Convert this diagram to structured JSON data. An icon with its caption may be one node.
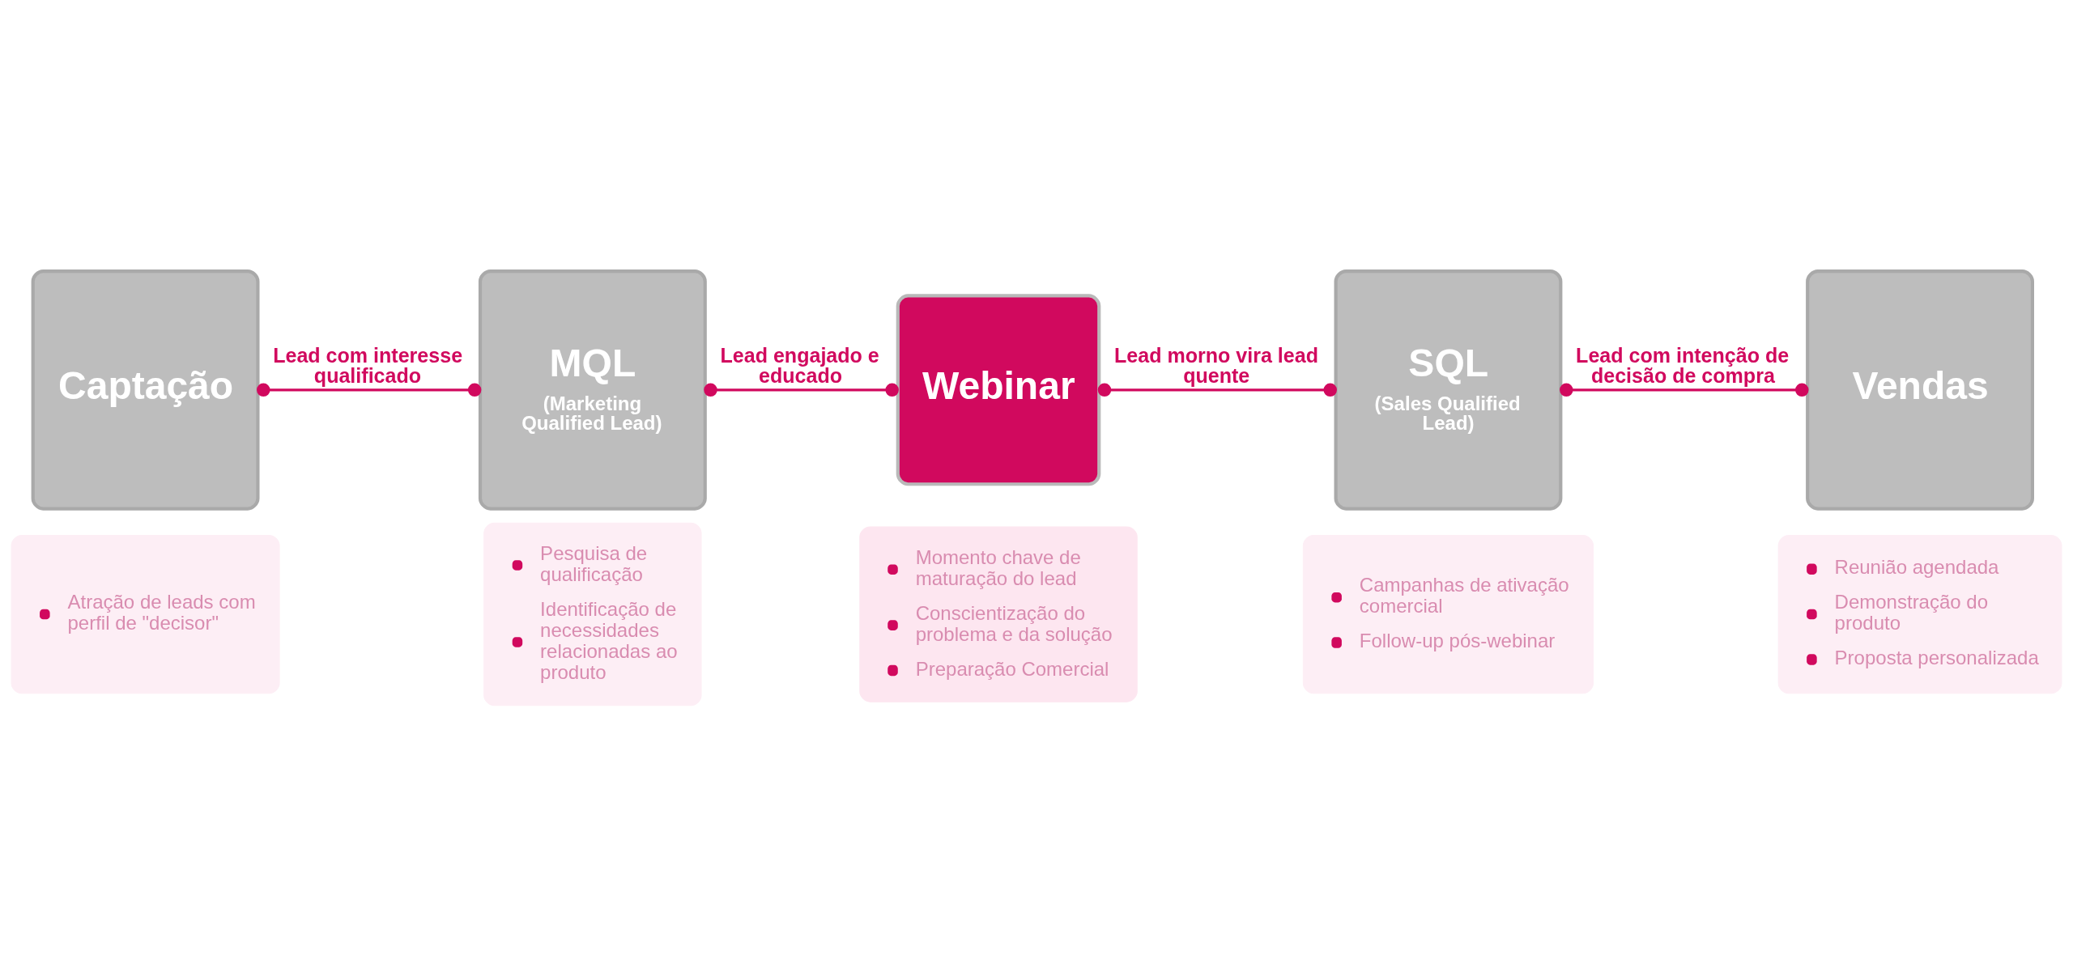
{
  "diagram": {
    "nodes": [
      {
        "text": [
          "Captação"
        ]
      },
      {
        "text": [
          "MQL",
          "(Marketing Qualified Lead)"
        ]
      },
      {
        "text": [
          "Webinar"
        ]
      },
      {
        "text": [
          "SQL",
          "(Sales Qualified Lead)"
        ]
      },
      {
        "text": [
          "Vendas"
        ]
      },
      {
        "text": [
          "Atração de leads com perfil de \"decisor\""
        ]
      },
      {
        "text": [
          "Pesquisa de qualificação",
          "Identificação de necessidades relacionadas ao produto"
        ]
      },
      {
        "text": [
          "Momento chave de maturação do lead",
          "Conscientização do problema e da solução",
          "Preparação Comercial"
        ]
      },
      {
        "text": [
          "Campanhas de ativação comercial",
          "Follow-up pós-webinar"
        ]
      },
      {
        "text": [
          "Reunião agendada",
          "Demonstração do produto",
          "Proposta personalizada"
        ]
      }
    ],
    "edges": [
      {
        "from": 0,
        "to": 1,
        "arrow": "other",
        "label": "Lead com interesse qualificado"
      },
      {
        "from": 1,
        "to": 2,
        "arrow": "other",
        "label": "Lead engajado e educado"
      },
      {
        "from": 2,
        "to": 3,
        "arrow": "other",
        "label": "Lead morno vira lead quente"
      },
      {
        "from": 3,
        "to": 4,
        "arrow": "other",
        "label": "Lead com intenção de decisão de compra"
      }
    ]
  }
}
